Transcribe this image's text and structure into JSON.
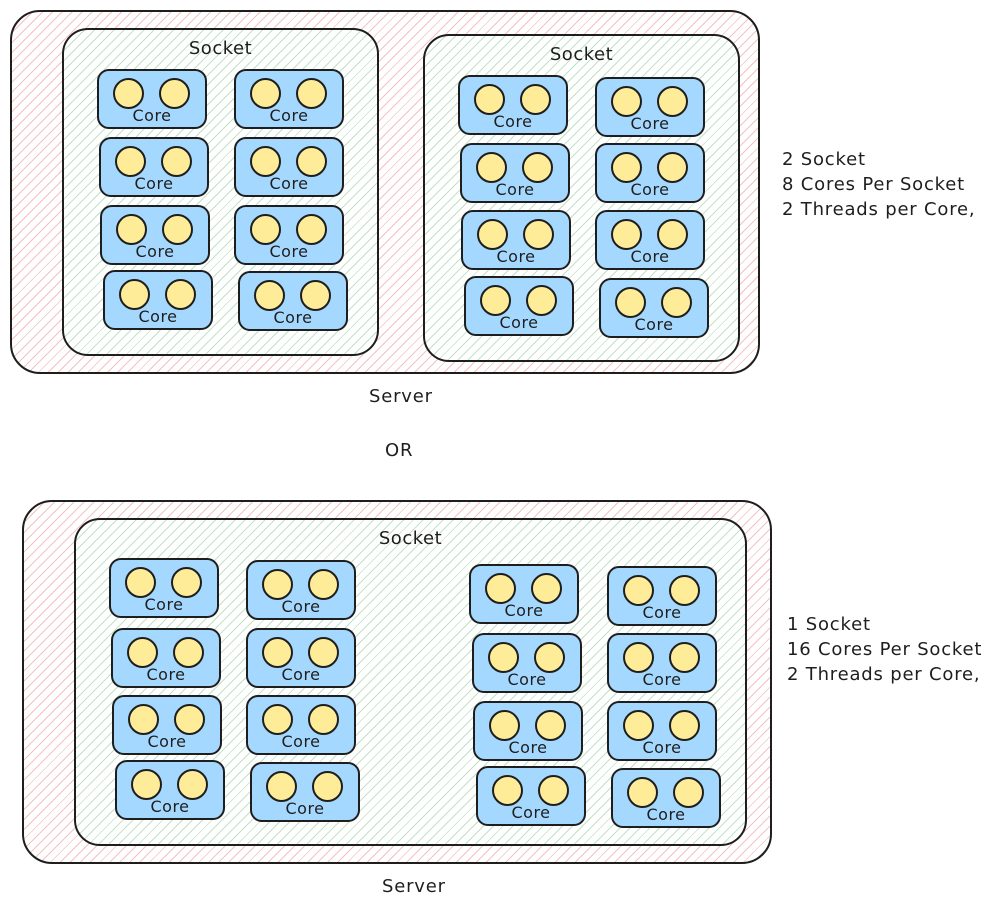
{
  "labels": {
    "socket": "Socket",
    "core": "Core",
    "server": "Server",
    "or": "OR"
  },
  "config_a": {
    "sockets": 2,
    "cores_per_socket": 8,
    "threads_per_core": 2,
    "lines": [
      "2 Socket",
      "8 Cores Per Socket",
      "2 Threads per Core,"
    ]
  },
  "config_b": {
    "sockets": 1,
    "cores_per_socket": 16,
    "threads_per_core": 2,
    "lines": [
      "1 Socket",
      "16 Cores Per Socket",
      "2 Threads per Core,"
    ]
  },
  "colors": {
    "server_hatch": "#e03131",
    "socket_hatch": "#2f9e44",
    "core_fill": "#a5d8ff",
    "thread_fill": "#ffec99",
    "stroke": "#1e1e1e"
  }
}
